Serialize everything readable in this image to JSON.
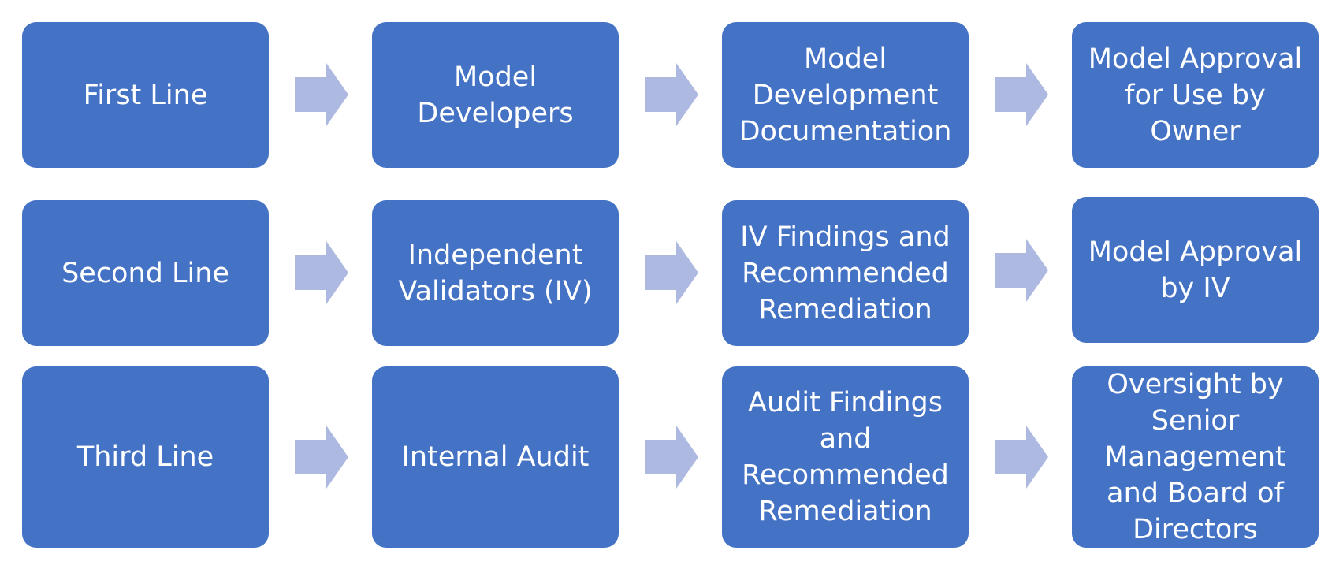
{
  "colors": {
    "box_fill": "#4472c4",
    "box_text": "#ffffff",
    "arrow_fill": "#adb9e0",
    "background": "#ffffff"
  },
  "rows": [
    {
      "name": "first-line",
      "steps": [
        "First Line",
        "Model Developers",
        "Model Development Documentation",
        "Model Approval for Use by Owner"
      ]
    },
    {
      "name": "second-line",
      "steps": [
        "Second Line",
        "Independent Validators (IV)",
        "IV Findings and Recommended Remediation",
        "Model Approval by IV"
      ]
    },
    {
      "name": "third-line",
      "steps": [
        "Third Line",
        "Internal Audit",
        "Audit Findings and Recommended Remediation",
        "Oversight by Senior Management and Board of Directors"
      ]
    }
  ]
}
